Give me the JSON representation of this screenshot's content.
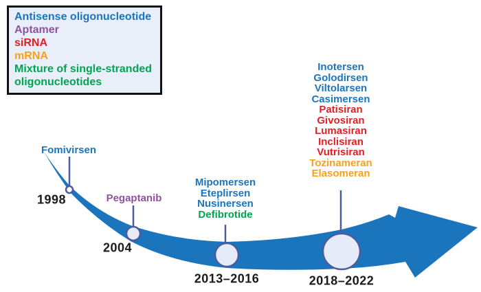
{
  "palette": {
    "antisense": "#1b75bc",
    "aptamer": "#8e52a0",
    "sirna": "#e41e26",
    "mrna": "#f9a01b",
    "mixture": "#00a550",
    "year_text": "#1a1a1a",
    "arrow": "#1b75bc",
    "node_stroke": "#4a5b9e",
    "node_fill": "#e6ebf9",
    "dot_fill": "#ffffff",
    "legend_bg": "#e9eff9",
    "legend_border": "#111111"
  },
  "legend": {
    "items": [
      {
        "text": "Antisense oligonucleotide",
        "category": "antisense"
      },
      {
        "text": "Aptamer",
        "category": "aptamer"
      },
      {
        "text": "siRNA",
        "category": "sirna"
      },
      {
        "text": "mRNA",
        "category": "mrna"
      },
      {
        "text": "Mixture of single-stranded\noligonucleotides",
        "category": "mixture"
      }
    ]
  },
  "timeline": {
    "milestones": [
      {
        "year": "1998",
        "drugs": [
          {
            "text": "Fomivirsen",
            "category": "antisense"
          }
        ]
      },
      {
        "year": "2004",
        "drugs": [
          {
            "text": "Pegaptanib",
            "category": "aptamer"
          }
        ]
      },
      {
        "year": "2013–2016",
        "drugs": [
          {
            "text": "Mipomersen",
            "category": "antisense"
          },
          {
            "text": "Eteplirsen",
            "category": "antisense"
          },
          {
            "text": "Nusinersen",
            "category": "antisense"
          },
          {
            "text": "Defibrotide",
            "category": "mixture"
          }
        ]
      },
      {
        "year": "2018–2022",
        "drugs": [
          {
            "text": "Inotersen",
            "category": "antisense"
          },
          {
            "text": "Golodirsen",
            "category": "antisense"
          },
          {
            "text": "Viltolarsen",
            "category": "antisense"
          },
          {
            "text": "Casimersen",
            "category": "antisense"
          },
          {
            "text": "Patisiran",
            "category": "sirna"
          },
          {
            "text": "Givosiran",
            "category": "sirna"
          },
          {
            "text": "Lumasiran",
            "category": "sirna"
          },
          {
            "text": "Inclisiran",
            "category": "sirna"
          },
          {
            "text": "Vutrisiran",
            "category": "sirna"
          },
          {
            "text": "Tozinameran",
            "category": "mrna"
          },
          {
            "text": "Elasomeran",
            "category": "mrna"
          }
        ]
      }
    ]
  }
}
